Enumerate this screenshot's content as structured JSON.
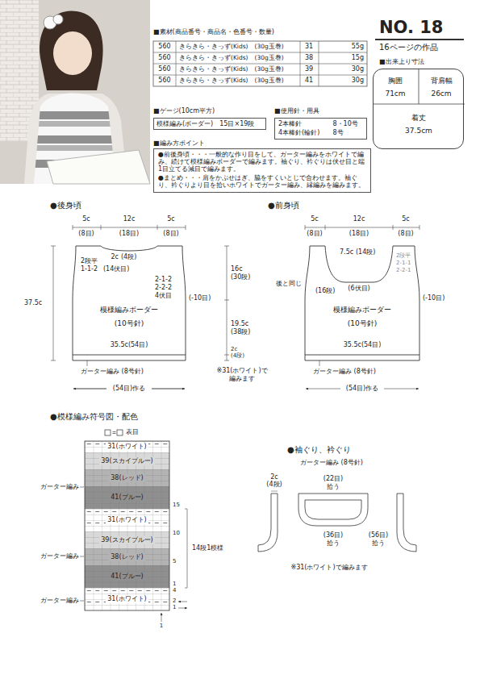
{
  "diagram": {
    "title": "NO. 18",
    "nodes": [
      {
        "text": [
          "模様編み(ボーダー)",
          "15目×19段"
        ]
      },
      {
        "text": [
          "2本棒針",
          "8・10号",
          "4本棒針(輪針)",
          "8号"
        ]
      },
      {
        "text": [
          "●前後身頃・・・一般的な作り目をして、ガーター編みをホワイトで編み、続けて模様編みボーダーで編みます。袖ぐり、衿ぐりは伏せ目と端1目立てる減目で編みます。",
          "●まとめ・・・肩をかぶせはぎ、脇をすくいとじで合わせます。袖ぐり、衿ぐりより目を拾いホワイトでガーター編み、縁編みを編みます。"
        ]
      },
      {
        "text": [
          "胸囲",
          "71cm",
          "背肩幅",
          "26cm",
          "着丈",
          "37.5cm"
        ]
      },
      {
        "text": [
          "模様編みボーダー",
          "(10号針)"
        ]
      },
      {
        "text": [
          "模様編みボーダー",
          "(10号針)"
        ]
      },
      {
        "text": [
          "31(ホワイト)"
        ]
      },
      {
        "text": [
          "39(スカイブルー)"
        ]
      },
      {
        "text": [
          "38(レッド)"
        ]
      },
      {
        "text": [
          "41(ブルー)"
        ]
      },
      {
        "text": [
          "31(ホワイト)"
        ]
      },
      {
        "text": [
          "39(スカイブルー)"
        ]
      },
      {
        "text": [
          "38(レッド)"
        ]
      },
      {
        "text": [
          "41(ブルー)"
        ]
      },
      {
        "text": [
          "31(ホワイト)"
        ]
      }
    ],
    "labels": [
      "■素材(商品番号・商品名・色番号・数量)",
      "560",
      "きらきら・きっず(Kids)　(30g玉巻)",
      "31",
      "55g",
      "560",
      "きらきら・きっず(Kids)　(30g玉巻)",
      "38",
      "15g",
      "560",
      "きらきら・きっず(Kids)　(30g玉巻)",
      "39",
      "30g",
      "560",
      "きらきら・きっず(Kids)　(30g玉巻)",
      "41",
      "30g",
      "■ゲージ(10cm平方)",
      "■使用針・用具",
      "■編み方ポイント",
      "16ページの作品",
      "■出来上り寸法",
      "●後身頃",
      "5c",
      "12c",
      "5c",
      "(8目)",
      "(18目)",
      "(8目)",
      "2c",
      "(4段)",
      "2段平",
      "1-1-2",
      "(14伏目)",
      "2-1-2",
      "2-2-2",
      "4伏目",
      "(-10目)",
      "16c",
      "(30段)",
      "19.5c",
      "(38段)",
      "2c",
      "(4段)",
      "37.5c",
      "35.5c(54目)",
      "ガーター編み (8号針)",
      "※31(ホワイト)で編みます",
      "(54目)作る",
      "●前身頃",
      "5c",
      "12c",
      "5c",
      "(8目)",
      "(18目)",
      "(8目)",
      "7.5c",
      "(14段)",
      "(6伏目)",
      "(16段)",
      "後と同じ",
      "2段平",
      "2-1-1",
      "2-2-1",
      "(-10目)",
      "35.5c(54目)",
      "ガーター編み (8号針)",
      "(54目)作る",
      "●模様編み符号図・配色",
      "ガーター編み",
      "ガーター編み",
      "ガーター編み",
      "15",
      "10",
      "5",
      "1",
      "14段1模様",
      "4",
      "2",
      "1",
      "1",
      "●袖ぐり、衿ぐり",
      "ガーター編み (8号針)",
      "2c",
      "(4段)",
      "(22目)",
      "拾う",
      "(36目)",
      "拾う",
      "(56目)",
      "拾う",
      "※31(ホワイト)で編みます"
    ],
    "legend": [
      {
        "text": "表目"
      }
    ]
  }
}
